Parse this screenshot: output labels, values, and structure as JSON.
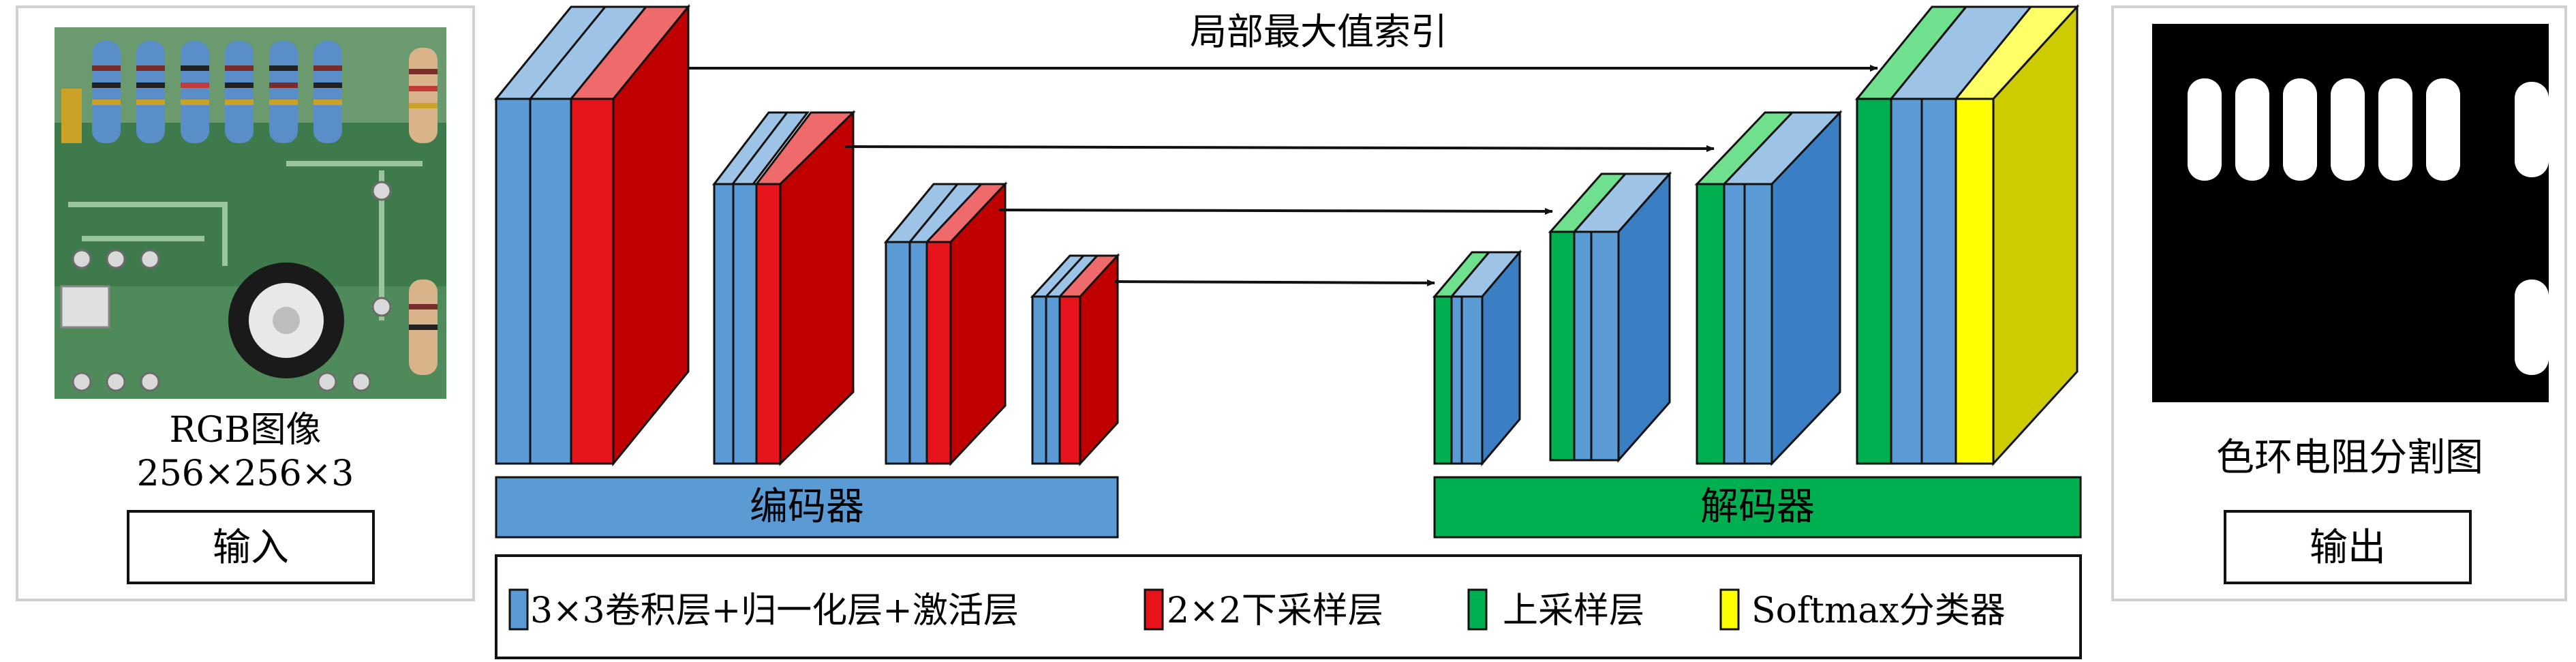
{
  "input_panel": {
    "image_label_line1": "RGB图像",
    "image_label_line2": "256×256×3",
    "button": "输入"
  },
  "output_panel": {
    "image_label": "色环电阻分割图",
    "button": "输出"
  },
  "center": {
    "skip_label": "局部最大值索引",
    "encoder_label": "编码器",
    "decoder_label": "解码器"
  },
  "legend": {
    "items": [
      {
        "label": "3×3卷积层+归一化层+激活层",
        "color": "#5b9bd5"
      },
      {
        "label": "2×2下采样层",
        "color": "#e8141c"
      },
      {
        "label": "上采样层",
        "color": "#00b050"
      },
      {
        "label": "Softmax分类器",
        "color": "#ffff00"
      }
    ]
  },
  "colors": {
    "conv": "#5b9bd5",
    "conv_dark": "#3a7fc4",
    "pool": "#e8141c",
    "pool_dark": "#c00000",
    "up": "#00b050",
    "softmax": "#ffff00",
    "softmax_dark": "#cccc00",
    "encoder_bar": "#5b9bd5",
    "decoder_bar": "#00b050"
  }
}
